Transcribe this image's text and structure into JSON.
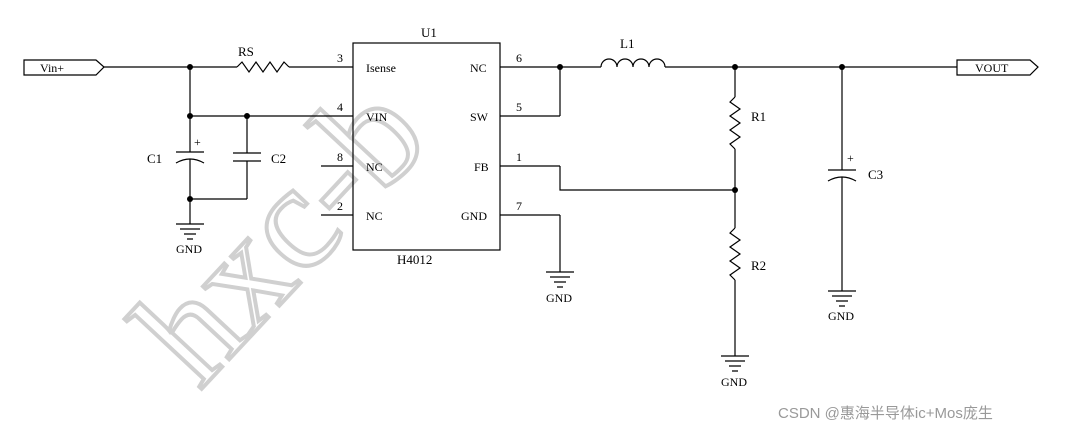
{
  "ports": {
    "input": "Vin+",
    "output": "VOUT"
  },
  "ic": {
    "ref": "U1",
    "part": "H4012",
    "pins": [
      {
        "num": "3",
        "name": "Isense"
      },
      {
        "num": "4",
        "name": "VIN"
      },
      {
        "num": "8",
        "name": "NC"
      },
      {
        "num": "2",
        "name": "NC"
      },
      {
        "num": "6",
        "name": "NC"
      },
      {
        "num": "5",
        "name": "SW"
      },
      {
        "num": "1",
        "name": "FB"
      },
      {
        "num": "7",
        "name": "GND"
      }
    ]
  },
  "components": {
    "rs": "RS",
    "l1": "L1",
    "c1": "C1",
    "c2": "C2",
    "c3": "C3",
    "r1": "R1",
    "r2": "R2"
  },
  "ground_label": "GND",
  "polarity": "+",
  "watermark_overlay": "hxc-b",
  "watermark_footer": "CSDN @惠海半导体ic+Mos庞生"
}
